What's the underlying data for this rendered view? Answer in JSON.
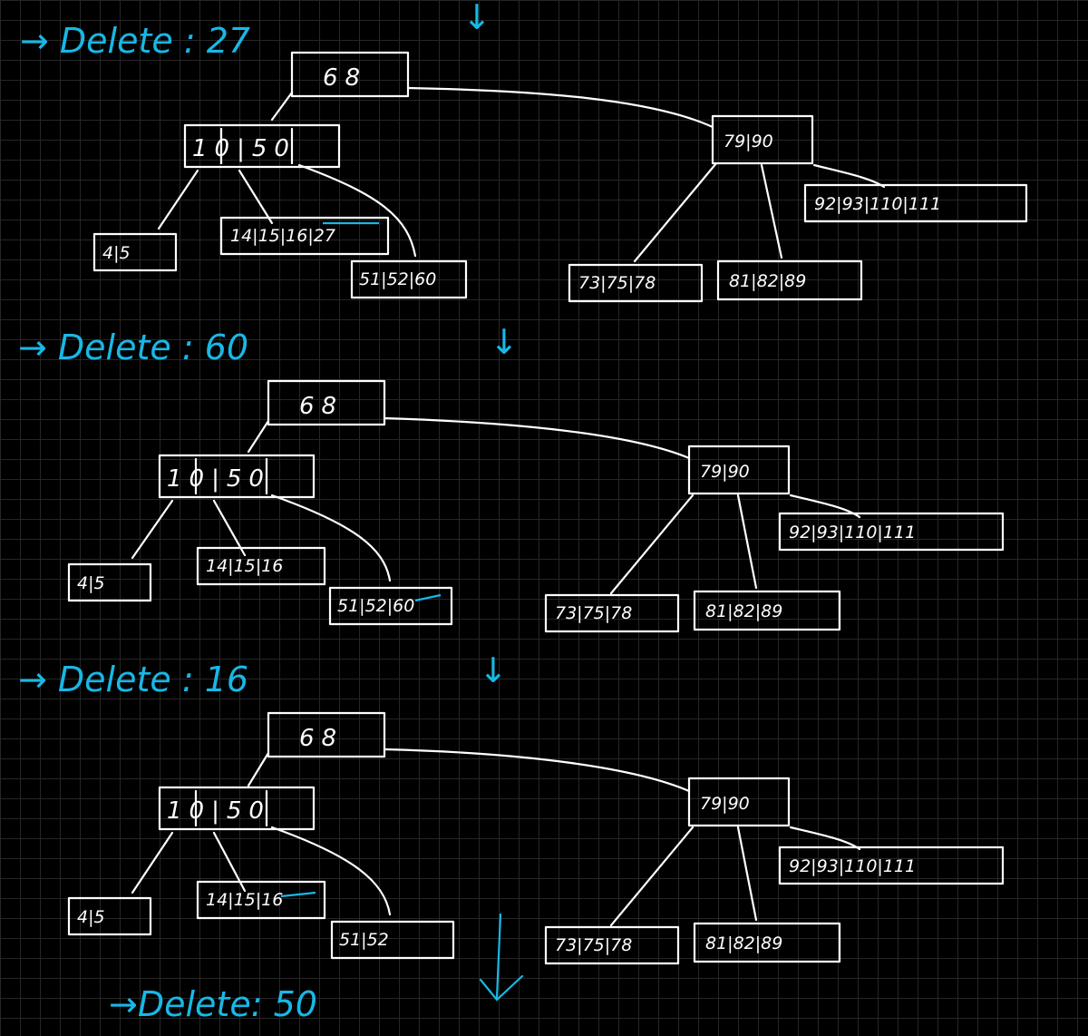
{
  "steps": [
    {
      "label": "→ Delete : 27",
      "root": "68",
      "left": "10|50",
      "right": "79|90",
      "leaves_left": [
        "4|5",
        "14|15|16|27",
        "51|52|60"
      ],
      "leaves_right": [
        "73|75|78",
        "81|82|89",
        "92|93|110|111"
      ],
      "struck": "27"
    },
    {
      "label": "→ Delete : 60",
      "root": "68",
      "left": "10|50",
      "right": "79|90",
      "leaves_left": [
        "4|5",
        "14|15|16",
        "51|52|60"
      ],
      "leaves_right": [
        "73|75|78",
        "81|82|89",
        "92|93|110|111"
      ],
      "struck": "60"
    },
    {
      "label": "→ Delete : 16",
      "root": "68",
      "left": "10|50",
      "right": "79|90",
      "leaves_left": [
        "4|5",
        "14|15|16",
        "51|52"
      ],
      "leaves_right": [
        "73|75|78",
        "81|82|89",
        "92|93|110|111"
      ],
      "struck": "16"
    }
  ],
  "final_label": "→Delete: 50",
  "colors": {
    "background": "#000000",
    "grid": "#262626",
    "ink": "#ffffff",
    "annotation": "#18b8e6"
  }
}
